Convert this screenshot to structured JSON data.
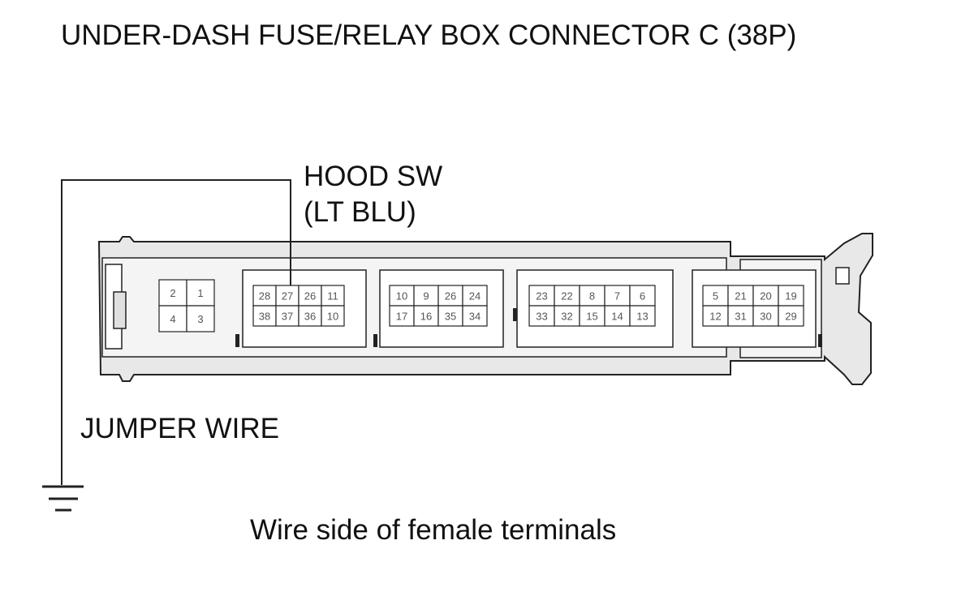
{
  "title": "UNDER-DASH FUSE/RELAY BOX CONNECTOR C (38P)",
  "hood_switch": {
    "line1": "HOOD SW",
    "line2": "(LT BLU)"
  },
  "jumper_label": "JUMPER WIRE",
  "caption": "Wire side of female terminals",
  "connector": {
    "pin_groups": [
      {
        "name": "group-a",
        "top": [
          "2",
          "1"
        ],
        "bottom": [
          "4",
          "3"
        ]
      },
      {
        "name": "group-b",
        "top": [
          "28",
          "27",
          "26",
          "11"
        ],
        "bottom": [
          "38",
          "37",
          "36",
          "10"
        ]
      },
      {
        "name": "group-c",
        "top": [
          "10",
          "9",
          "26",
          "24"
        ],
        "bottom": [
          "17",
          "16",
          "35",
          "34"
        ]
      },
      {
        "name": "group-d",
        "top": [
          "23",
          "22",
          "8",
          "7",
          "6"
        ],
        "bottom": [
          "33",
          "32",
          "15",
          "14",
          "13"
        ]
      },
      {
        "name": "group-e",
        "top": [
          "5",
          "21",
          "20",
          "19"
        ],
        "bottom": [
          "12",
          "31",
          "30",
          "29"
        ]
      }
    ],
    "probed_pin": "27"
  },
  "colors": {
    "line": "#222222",
    "connector_fill": "#e8e8e8",
    "pin_fill": "#ffffff",
    "pin_text": "#555555"
  }
}
